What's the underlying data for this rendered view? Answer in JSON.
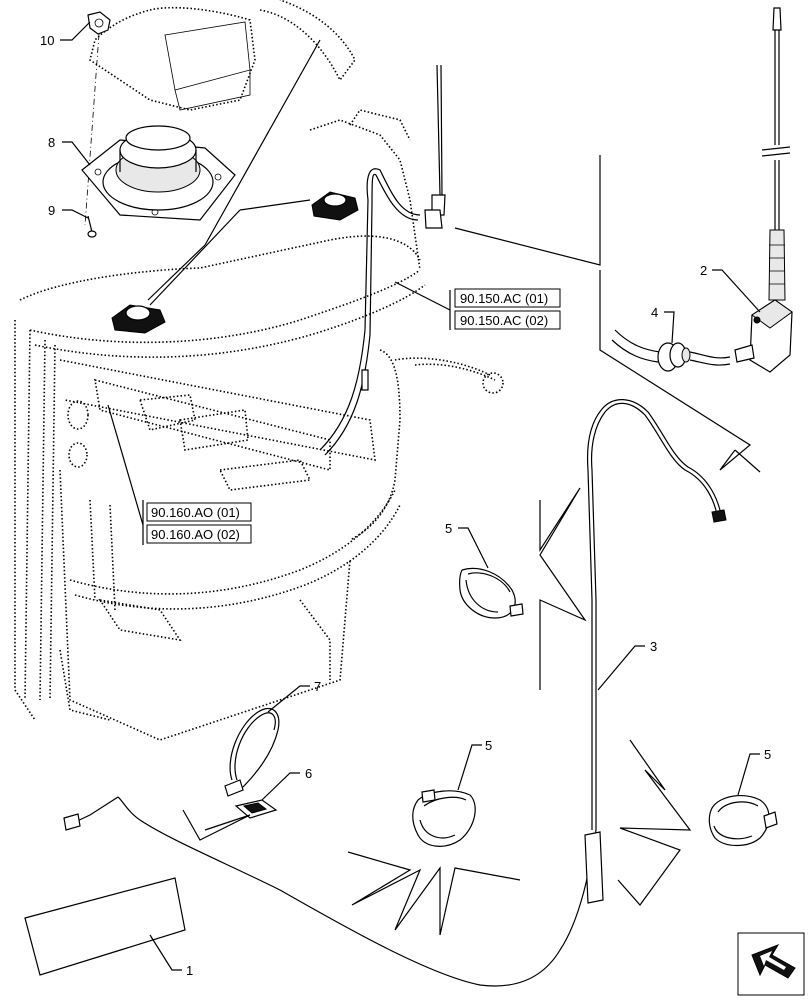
{
  "callouts": [
    {
      "id": "c1",
      "label": "1"
    },
    {
      "id": "c2",
      "label": "2"
    },
    {
      "id": "c3",
      "label": "3"
    },
    {
      "id": "c4",
      "label": "4"
    },
    {
      "id": "c5a",
      "label": "5"
    },
    {
      "id": "c5b",
      "label": "5"
    },
    {
      "id": "c5c",
      "label": "5"
    },
    {
      "id": "c6",
      "label": "6"
    },
    {
      "id": "c7",
      "label": "7"
    },
    {
      "id": "c8",
      "label": "8"
    },
    {
      "id": "c9",
      "label": "9"
    },
    {
      "id": "c10",
      "label": "10"
    }
  ],
  "references": {
    "ref_ac_01": "90.150.AC (01)",
    "ref_ac_02": "90.150.AC (02)",
    "ref_ao_01": "90.160.AO (01)",
    "ref_ao_02": "90.160.AO (02)"
  },
  "navigation_icon": "arrow-navigation-icon"
}
